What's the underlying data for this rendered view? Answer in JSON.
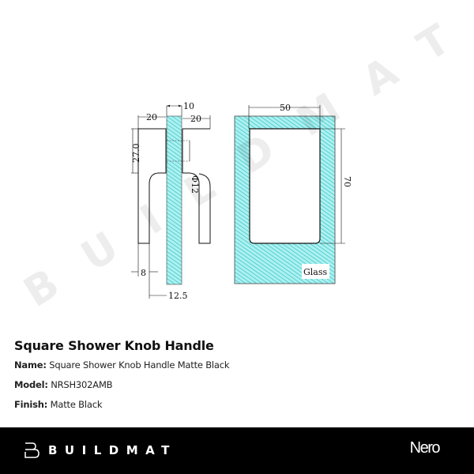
{
  "drawing": {
    "side_view": {
      "dimensions": {
        "glass_thickness": "10",
        "left_knob_width": "20",
        "right_knob_width": "20",
        "knob_height": "27.0",
        "hole_diameter": "Φ12",
        "stem_width": "8",
        "stem_offset": "12.5"
      }
    },
    "front_view": {
      "dimensions": {
        "width": "50",
        "height": "70"
      },
      "material_label": "Glass"
    },
    "colors": {
      "glass_fill": "#8fe3e3",
      "glass_hatch": "#3cc7c7",
      "line": "#111111"
    }
  },
  "watermark": {
    "text": "BUILDMAT"
  },
  "product": {
    "title": "Square Shower Knob Handle",
    "fields": [
      {
        "label": "Name:",
        "value": "Square Shower Knob Handle Matte Black"
      },
      {
        "label": "Model:",
        "value": "NRSH302AMB"
      },
      {
        "label": "Finish:",
        "value": "Matte Black"
      }
    ]
  },
  "footer": {
    "brand_name": "BUILDMAT",
    "partner_name": "Nero",
    "background": "#000000"
  }
}
